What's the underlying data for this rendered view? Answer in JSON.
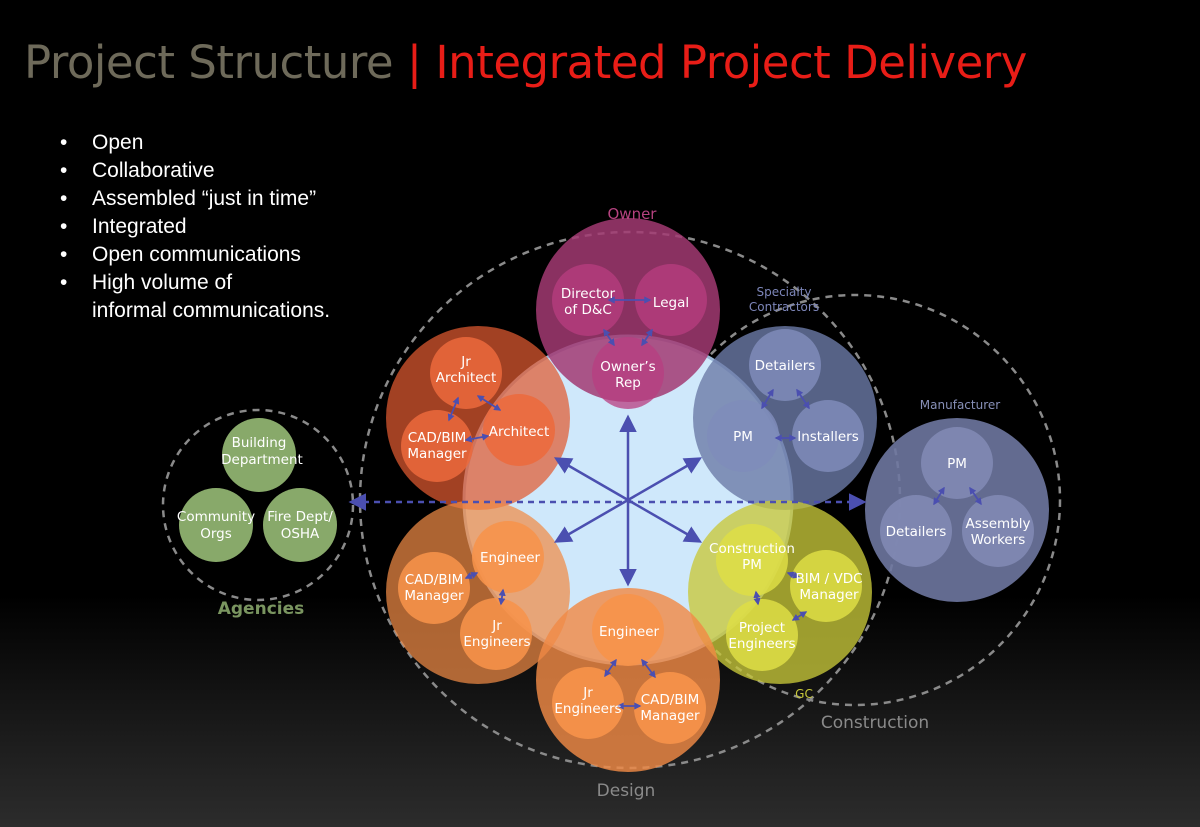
{
  "title": {
    "primary": "Project Structure",
    "separator": "|",
    "secondary": "Integrated Project Delivery"
  },
  "bullets": [
    "Open",
    "Collaborative",
    "Assembled “just in time”",
    "Integrated",
    "Open communications",
    "High volume of"
  ],
  "bullet_continuation": "informal communications.",
  "groups": {
    "owner": {
      "label": "Owner",
      "nodes": {
        "director_line1": "Director",
        "director_line2": "of D&C",
        "legal": "Legal",
        "rep_line1": "Owner’s",
        "rep_line2": "Rep"
      }
    },
    "specialty": {
      "label_line1": "Specialty",
      "label_line2": "Contractors",
      "nodes": {
        "detailers": "Detailers",
        "pm": "PM",
        "installers": "Installers"
      }
    },
    "manufacturer": {
      "label": "Manufacturer",
      "nodes": {
        "pm": "PM",
        "detailers": "Detailers",
        "workers_line1": "Assembly",
        "workers_line2": "Workers"
      }
    },
    "gc": {
      "label": "GC",
      "nodes": {
        "cpm_line1": "Construction",
        "cpm_line2": "PM",
        "bim_line1": "BIM / VDC",
        "bim_line2": "Manager",
        "pe_line1": "Project",
        "pe_line2": "Engineers"
      }
    },
    "design_lower": {
      "nodes": {
        "engineer": "Engineer",
        "jr_line1": "Jr",
        "jr_line2": "Engineers",
        "cad_line1": "CAD/BIM",
        "cad_line2": "Manager"
      }
    },
    "engineering_left": {
      "nodes": {
        "engineer": "Engineer",
        "cad_line1": "CAD/BIM",
        "cad_line2": "Manager",
        "jr_line1": "Jr",
        "jr_line2": "Engineers"
      }
    },
    "architecture": {
      "nodes": {
        "jr_line1": "Jr",
        "jr_line2": "Architect",
        "architect": "Architect",
        "cad_line1": "CAD/BIM",
        "cad_line2": "Manager"
      }
    },
    "agencies": {
      "label": "Agencies",
      "nodes": {
        "building_line1": "Building",
        "building_line2": "Department",
        "community_line1": "Community",
        "community_line2": "Orgs",
        "fire_line1": "Fire Dept/",
        "fire_line2": "OSHA"
      }
    }
  },
  "region_labels": {
    "construction": "Construction",
    "design": "Design"
  },
  "colors": {
    "title_grey": "#6e6a5a",
    "title_red": "#e81d17",
    "owner": "#a23a72",
    "specialty": "#6c7aa8",
    "manufacturer": "#6e77a0",
    "gc": "#c8c83a",
    "design": "#f08a45",
    "architecture": "#e05a30",
    "agencies": "#88a96a",
    "core": "#cfe8fb",
    "arrow": "#4b4fb0"
  }
}
